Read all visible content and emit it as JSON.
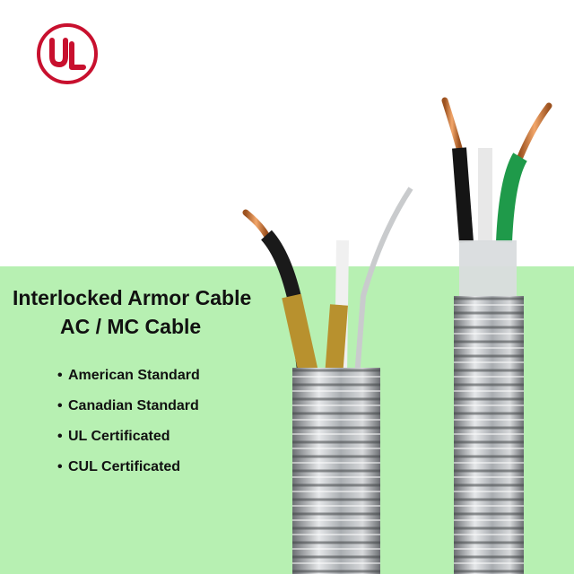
{
  "logo": {
    "text": "UL",
    "color": "#c8102e"
  },
  "colors": {
    "band": "#b7f0b2",
    "text": "#111111",
    "copper": "#d98a4a"
  },
  "title": {
    "line1": "Interlocked Armor Cable",
    "line2": "AC / MC Cable"
  },
  "bullets": [
    {
      "text": "American Standard"
    },
    {
      "text": "Canadian Standard"
    },
    {
      "text": "UL Certificated"
    },
    {
      "text": "CUL Certificated"
    }
  ]
}
